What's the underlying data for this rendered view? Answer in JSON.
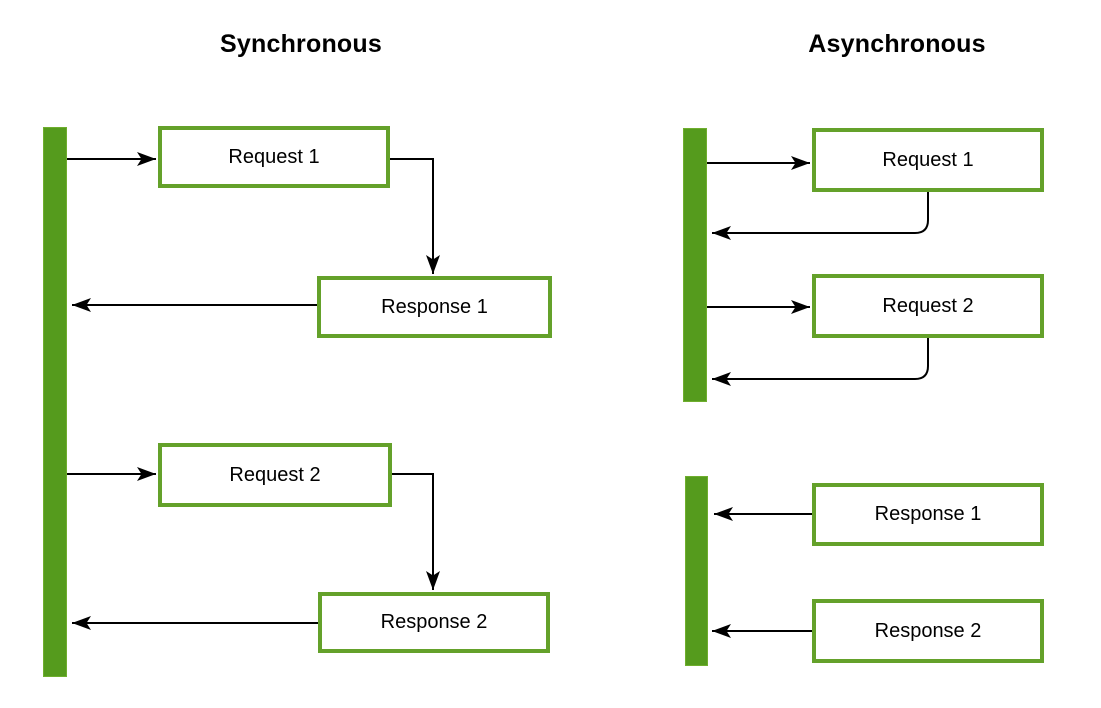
{
  "sync": {
    "title": "Synchronous",
    "boxes": {
      "request1": "Request 1",
      "response1": "Response 1",
      "request2": "Request 2",
      "response2": "Response 2"
    }
  },
  "async": {
    "title": "Asynchronous",
    "boxes": {
      "request1": "Request 1",
      "request2": "Request 2",
      "response1": "Response 1",
      "response2": "Response 2"
    }
  },
  "colors": {
    "bar_fill": "#559b1d",
    "bar_edge": "#6fae2e",
    "box_border": "#64a12a",
    "box_fill": "#ffffff",
    "arrow": "#000000",
    "text": "#000000",
    "background": "#ffffff"
  }
}
